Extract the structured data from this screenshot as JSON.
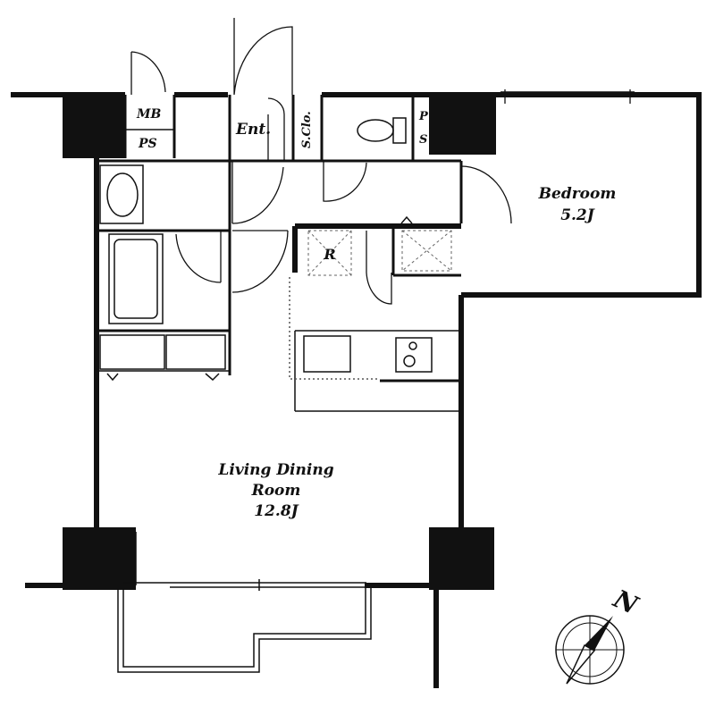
{
  "rooms": {
    "mb": "MB",
    "ps_left": "PS",
    "entrance": "Ent.",
    "shoe_closet": "S.Clo.",
    "ps_right_p": "P",
    "ps_right_s": "S",
    "bedroom_name": "Bedroom",
    "bedroom_size": "5.2J",
    "refrigerator": "R",
    "living_line1": "Living Dining",
    "living_line2": "Room",
    "living_size": "12.8J"
  },
  "compass": {
    "north_label": "N",
    "icon": "compass-rose-icon"
  }
}
